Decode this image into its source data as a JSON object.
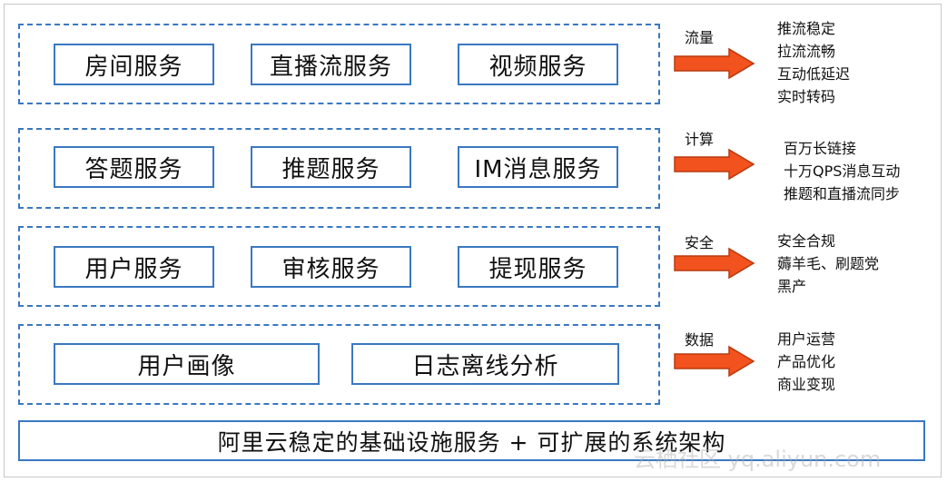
{
  "layers": [
    {
      "services": [
        "房间服务",
        "直播流服务",
        "视频服务"
      ],
      "category": "流量",
      "features": [
        "推流稳定",
        "拉流流畅",
        "互动低延迟",
        "实时转码"
      ]
    },
    {
      "services": [
        "答题服务",
        "推题服务",
        "IM消息服务"
      ],
      "category": "计算",
      "features": [
        "百万长链接",
        "十万QPS消息互动",
        "推题和直播流同步"
      ]
    },
    {
      "services": [
        "用户服务",
        "审核服务",
        "提现服务"
      ],
      "category": "安全",
      "features": [
        "安全合规",
        "薅羊毛、刷题党",
        "黑产"
      ]
    },
    {
      "services": [
        "用户画像",
        "日志离线分析"
      ],
      "category": "数据",
      "features": [
        "用户运营",
        "产品优化",
        "商业变现"
      ]
    }
  ],
  "foundation": "阿里云稳定的基础设施服务 + 可扩展的系统架构",
  "watermark": "云栖社区 yq.aliyun.com",
  "colors": {
    "border": "#3a78c0",
    "arrow": "#f2521d",
    "arrow_stroke": "#b83a10"
  },
  "icon": "right-arrow-icon"
}
